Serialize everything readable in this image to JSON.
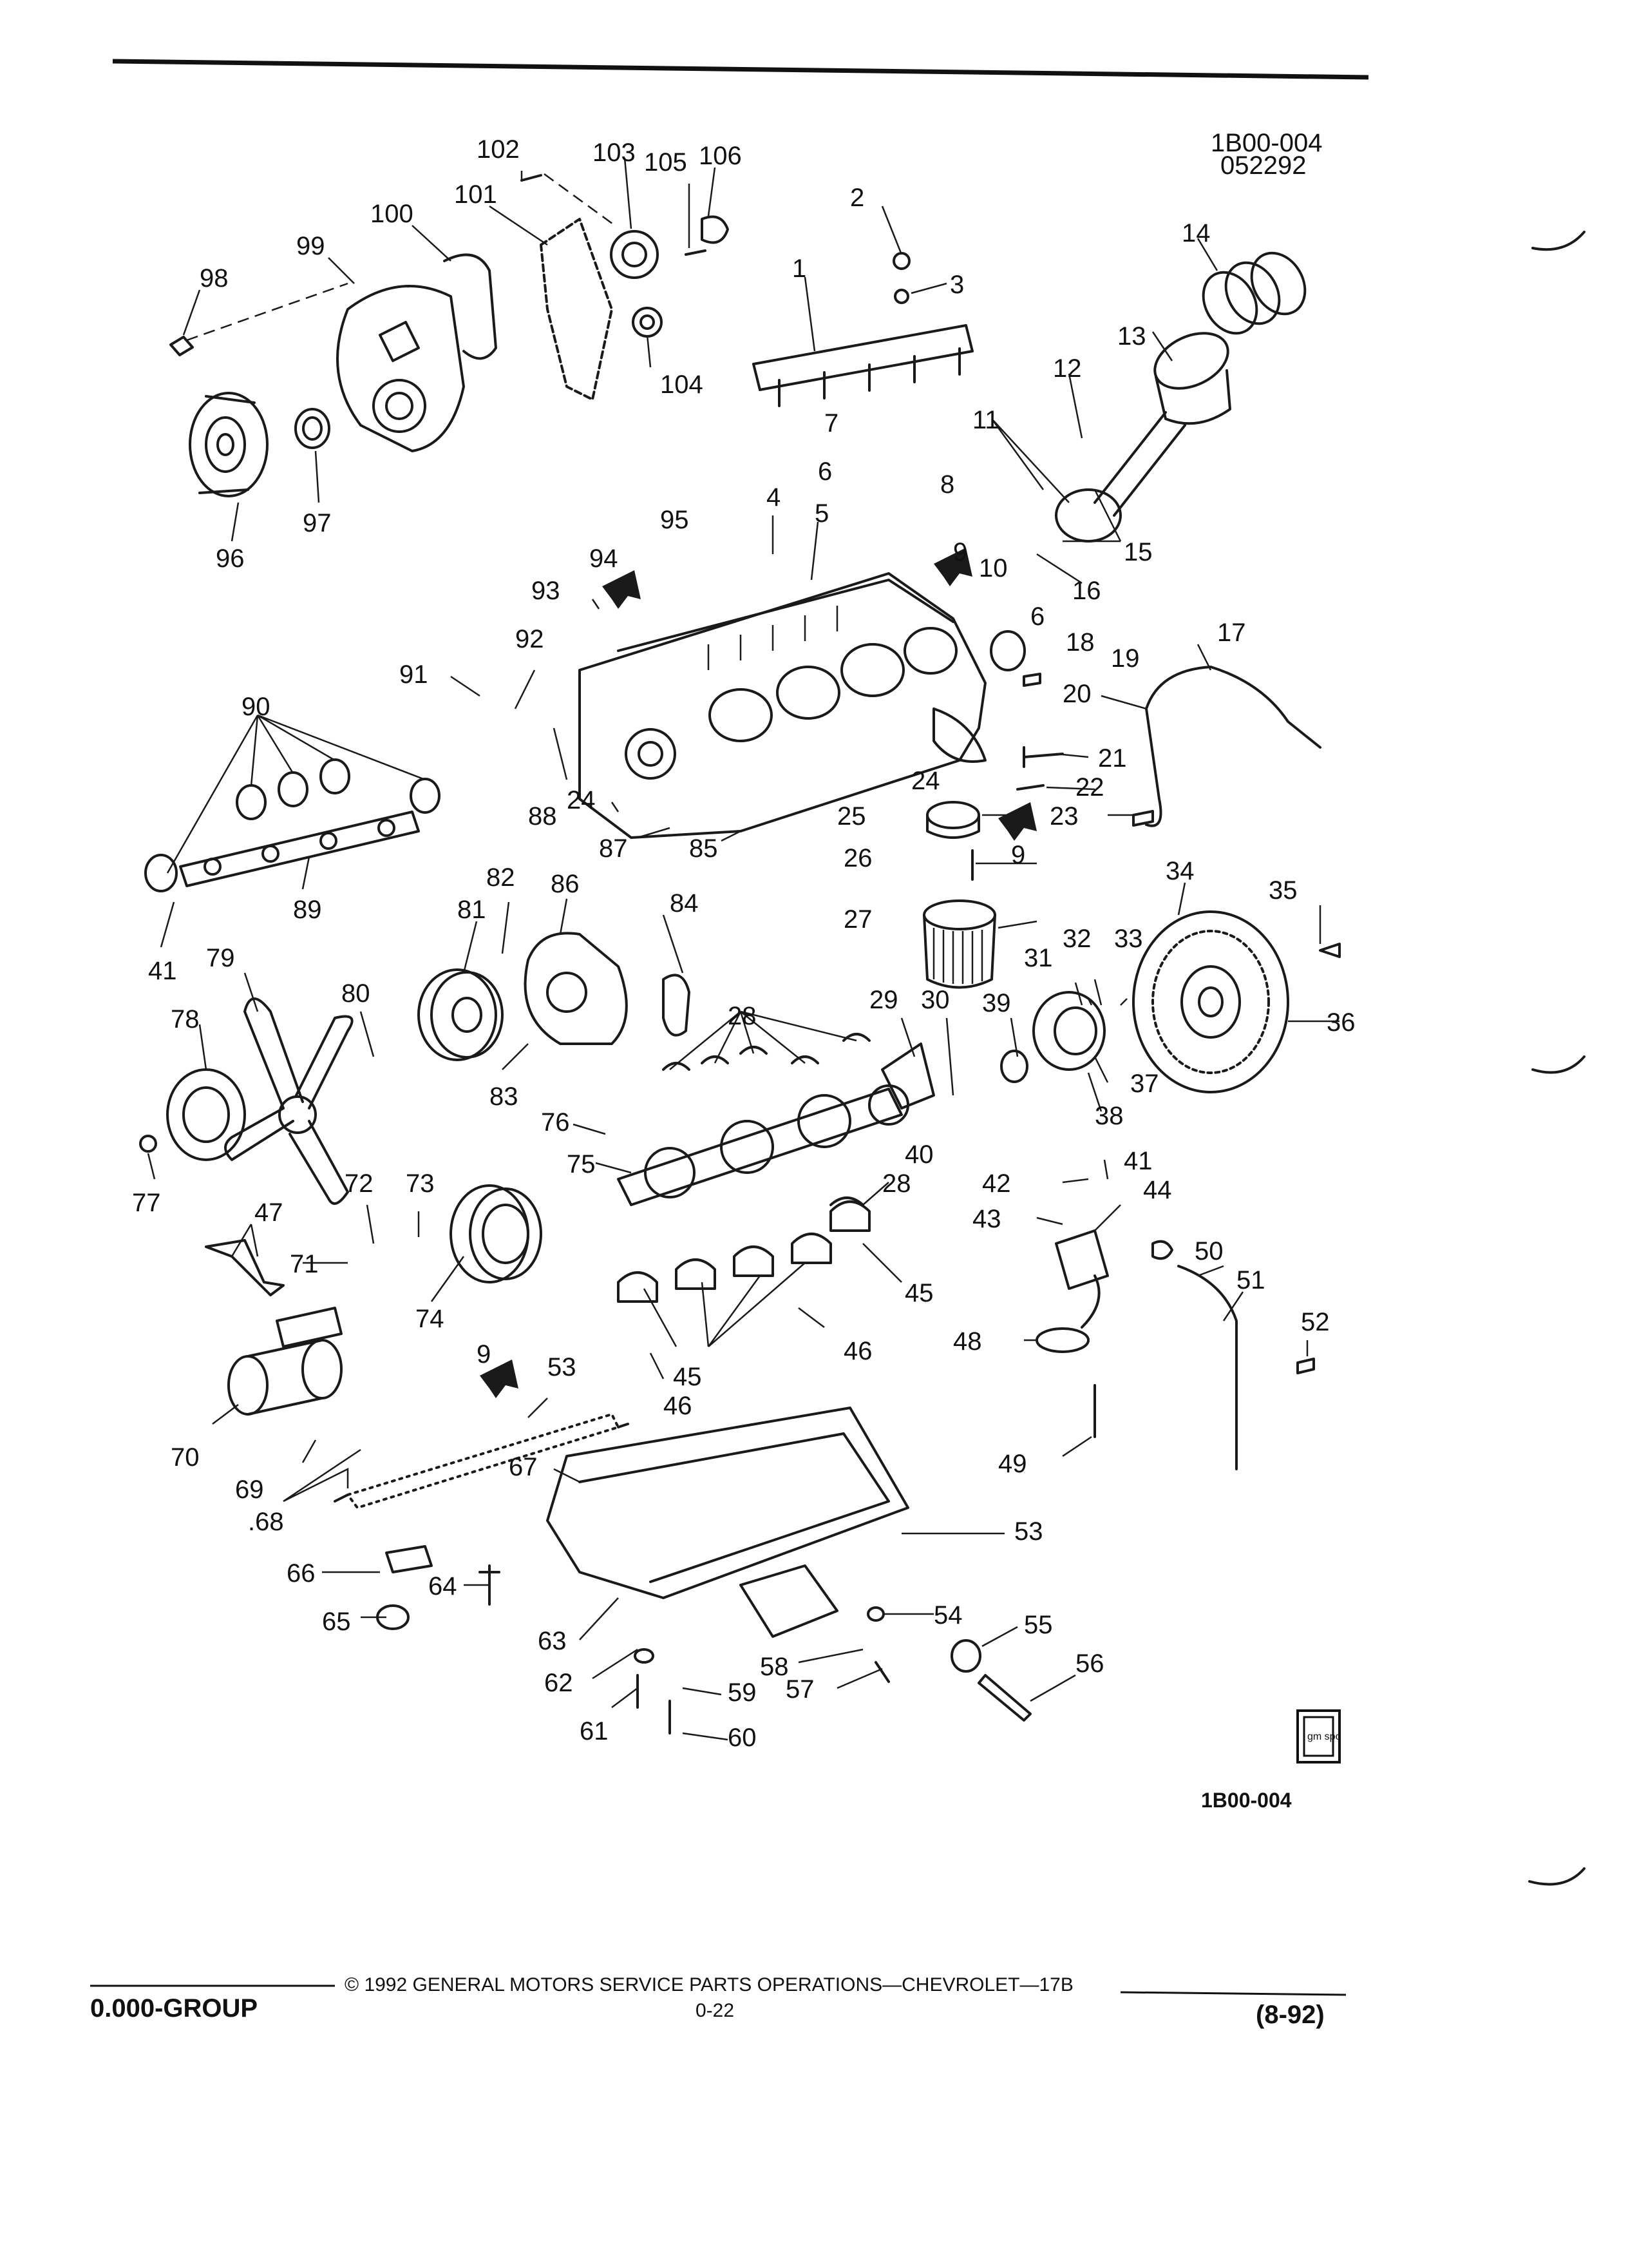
{
  "header": {
    "figure_code": "1B00-004",
    "date_code": "052292"
  },
  "figure_label": "1B00-004",
  "footer": {
    "copyright": "© 1992 GENERAL MOTORS SERVICE PARTS OPERATIONS—CHEVROLET—17B",
    "group": "0.000-GROUP",
    "page_number": "0-22",
    "edition": "(8-92)"
  },
  "logo": {
    "text": "gm spo"
  },
  "callouts": [
    "1",
    "2",
    "3",
    "4",
    "5",
    "6",
    "6",
    "7",
    "8",
    "9",
    "9",
    "9",
    "9",
    "10",
    "11",
    "12",
    "13",
    "14",
    "15",
    "16",
    "17",
    "18",
    "19",
    "20",
    "21",
    "22",
    "23",
    "24",
    "24",
    "25",
    "26",
    "27",
    "28",
    "28",
    "29",
    "30",
    "31",
    "32",
    "33",
    "34",
    "35",
    "36",
    "37",
    "38",
    "39",
    "40",
    "41",
    "41",
    "42",
    "43",
    "44",
    "45",
    "45",
    "46",
    "46",
    "47",
    "48",
    "49",
    "50",
    "51",
    "52",
    "53",
    "53",
    "54",
    "55",
    "56",
    "57",
    "58",
    "59",
    "60",
    "61",
    "62",
    "63",
    "64",
    "65",
    "66",
    "67",
    ".68",
    "69",
    "70",
    "71",
    "72",
    "73",
    "74",
    "75",
    "76",
    "77",
    "78",
    "79",
    "80",
    "81",
    "82",
    "83",
    "84",
    "85",
    "86",
    "87",
    "88",
    "89",
    "90",
    "91",
    "92",
    "93",
    "94",
    "95",
    "96",
    "97",
    "98",
    "99",
    "100",
    "101",
    "102",
    "103",
    "104",
    "105",
    "106"
  ]
}
